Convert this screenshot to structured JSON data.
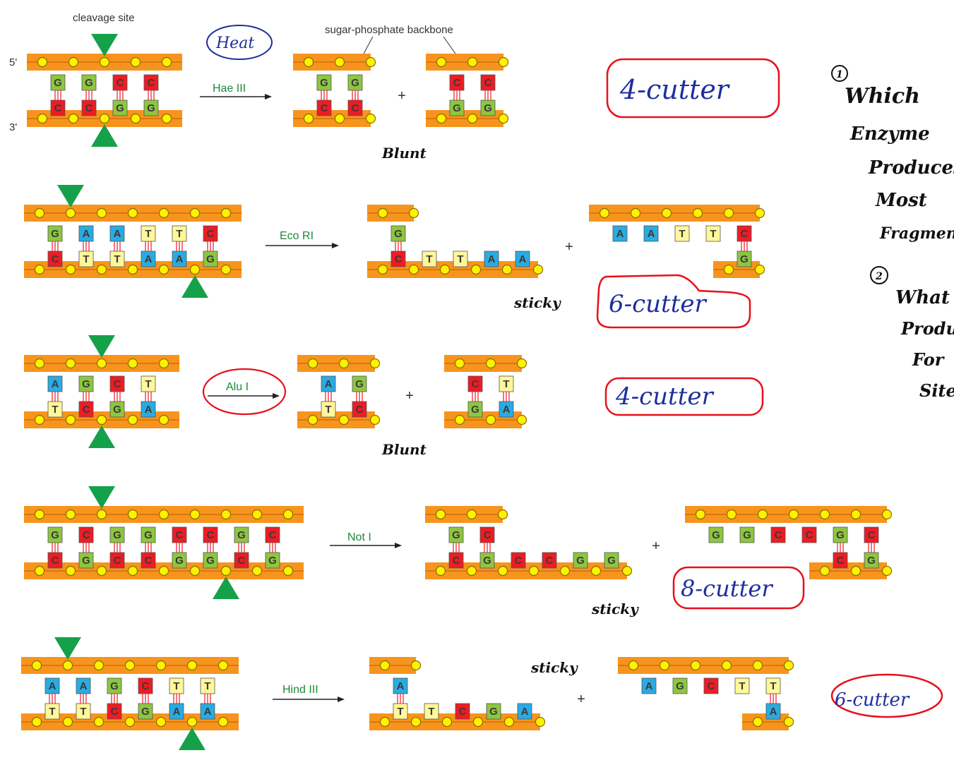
{
  "labels": {
    "cleavage_site": "cleavage site",
    "backbone": "sugar-phosphate backbone",
    "five_prime": "5'",
    "three_prime": "3'",
    "plus": "+",
    "heat_note": "Heat"
  },
  "enzymes": [
    {
      "name": "Hae III",
      "top": "GGCC",
      "bottom": "CCGG",
      "cut_top_after": 2,
      "cut_bottom_after": 2,
      "end_note": "Blunt",
      "cutter_note": "4-cutter"
    },
    {
      "name": "Eco RI",
      "top": "GAATTC",
      "bottom": "CTTAAG",
      "cut_top_after": 1,
      "cut_bottom_after": 5,
      "end_note": "sticky",
      "cutter_note": "6-cutter"
    },
    {
      "name": "Alu I",
      "top": "AGCT",
      "bottom": "TCGA",
      "cut_top_after": 2,
      "cut_bottom_after": 2,
      "end_note": "Blunt",
      "cutter_note": "4-cutter"
    },
    {
      "name": "Not I",
      "top": "GCGGCCGC",
      "bottom": "CGCCGGCG",
      "cut_top_after": 2,
      "cut_bottom_after": 6,
      "end_note": "sticky",
      "cutter_note": "8-cutter"
    },
    {
      "name": "Hind III",
      "top": "AAGCTT",
      "bottom": "TTCGAA",
      "cut_top_after": 1,
      "cut_bottom_after": 5,
      "end_note": "sticky",
      "cutter_note": "6-cutter"
    }
  ],
  "questions": {
    "q1_number": "1",
    "q1_lines": [
      "Which",
      "Enzyme",
      "Produces",
      "Most",
      "Fragments"
    ],
    "q2_number": "2",
    "q2_lines": [
      "What",
      "Produces",
      "For",
      "Site"
    ]
  },
  "colors": {
    "backbone": "#f7941d",
    "backbone_line": "#c05a00",
    "phosphate": "#fff200",
    "A": "#29abe2",
    "T": "#fff799",
    "G": "#8dc63f",
    "C": "#ed1c24",
    "triangle": "#15a14a",
    "ring": "#e8101a",
    "ink_blue": "#1e2f9c"
  }
}
